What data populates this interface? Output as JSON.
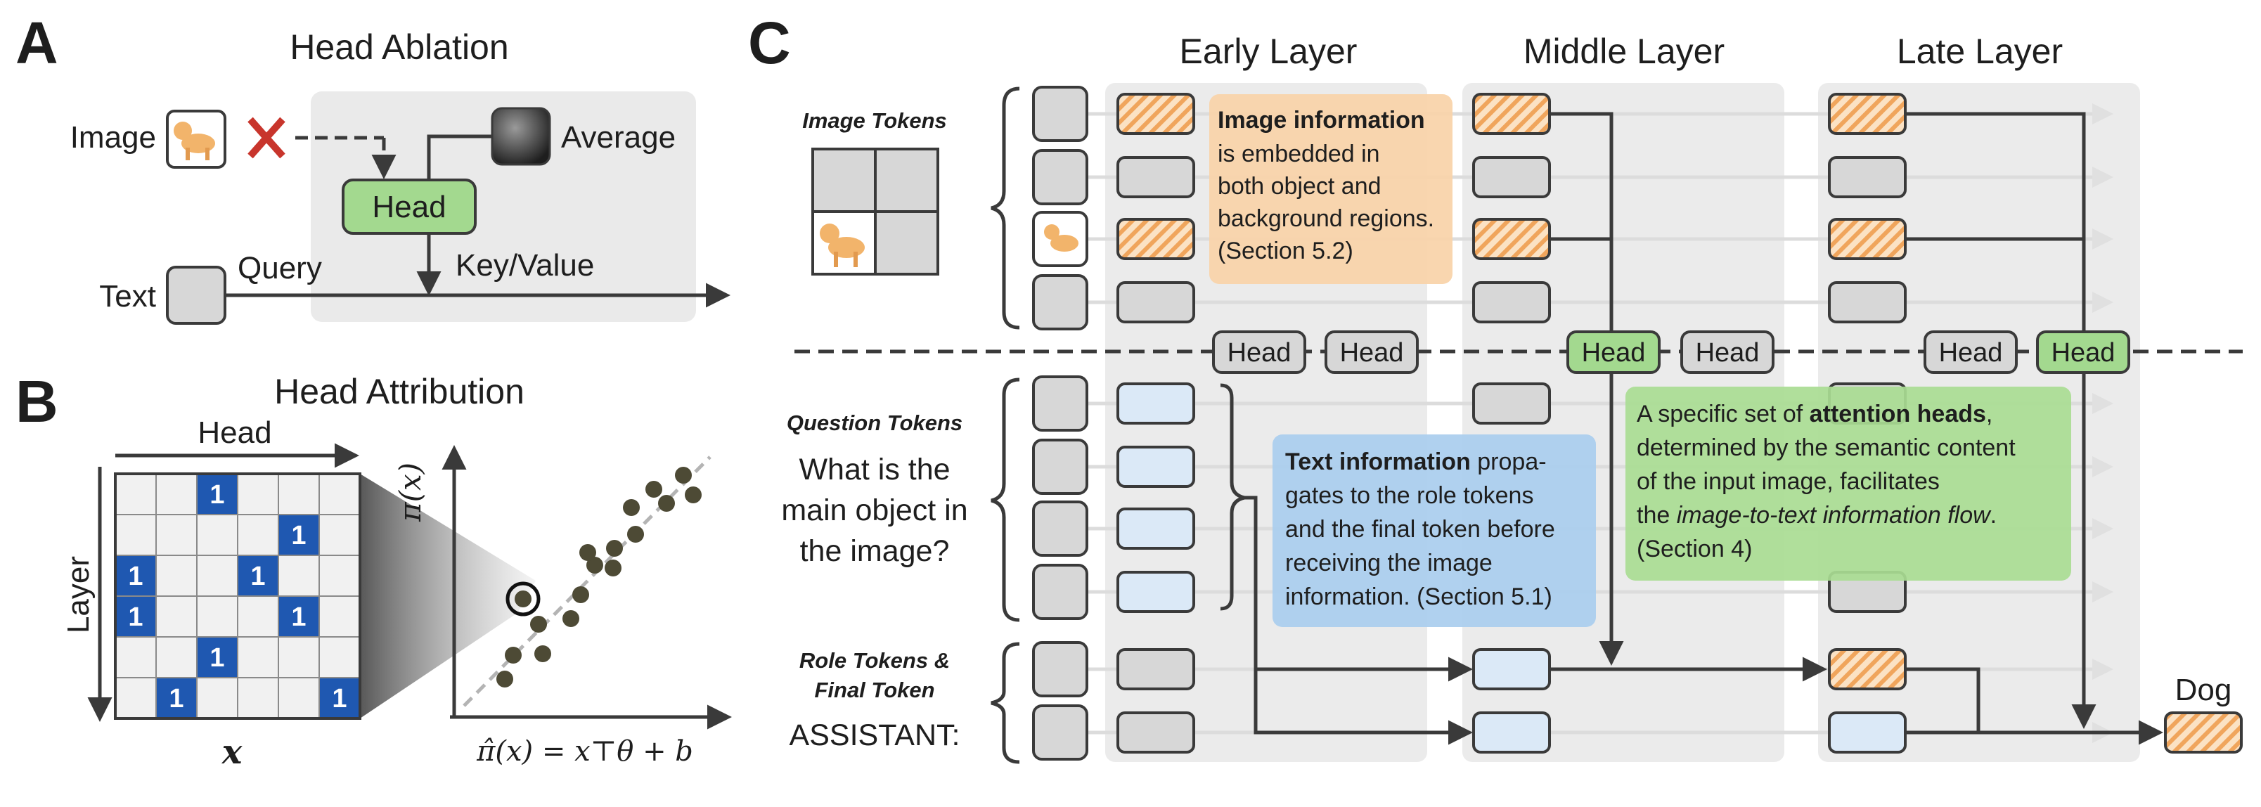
{
  "panels": {
    "a": {
      "letter": "A",
      "title": "Head Ablation",
      "image_label": "Image",
      "text_label": "Text",
      "head_label": "Head",
      "average_label": "Average",
      "query_label": "Query",
      "keyvalue_label": "Key/Value"
    },
    "b": {
      "letter": "B",
      "title": "Head Attribution",
      "head_axis": "Head",
      "layer_axis": "Layer",
      "vector_label": "x",
      "y_axis_label": "π(x)",
      "formula": "π̂(x) = x⊤θ + b",
      "grid_ones": [
        [
          0,
          2
        ],
        [
          1,
          4
        ],
        [
          2,
          0
        ],
        [
          2,
          3
        ],
        [
          3,
          0
        ],
        [
          3,
          4
        ],
        [
          4,
          2
        ],
        [
          5,
          1
        ],
        [
          5,
          5
        ]
      ],
      "one_value": "1"
    },
    "c": {
      "letter": "C",
      "layers": [
        "Early Layer",
        "Middle Layer",
        "Late Layer"
      ],
      "image_tokens_label": "Image Tokens",
      "question_tokens_label": "Question Tokens",
      "question_lines": [
        "What is the",
        "main object in",
        "the image?"
      ],
      "role_tokens_label_1": "Role Tokens &",
      "role_tokens_label_2": "Final Token",
      "assistant_label": "ASSISTANT:",
      "head_label": "Head",
      "output_label": "Dog",
      "image_info": {
        "bold": "Image information",
        "lines": [
          "is embedded in",
          "both object and",
          "background regions.",
          "(Section 5.2)"
        ]
      },
      "text_info": {
        "bold": "Text information",
        "first_rest": " propa-",
        "lines": [
          "gates to the role tokens",
          "and the final token before",
          "receiving the image",
          "information. (Section 5.1)"
        ]
      },
      "heads_info": {
        "line1_pre": "A specific set of ",
        "line1_bold": "attention heads",
        "line1_post": ",",
        "line2": "determined by the semantic content",
        "line3": "of the input image, facilitates",
        "line4_pre": "the ",
        "line4_italic": "image-to-text information flow",
        "line4_post": ".",
        "line5": "(Section 4)"
      }
    }
  },
  "colors": {
    "head_green": "#a3d98f",
    "info_orange": "#f9d3a8",
    "info_blue": "#a9cdee",
    "info_green": "#a9dc93",
    "token_blue": "#dbe9f7",
    "token_gray": "#d7d7d7",
    "grid_blue": "#1f58b1",
    "dot_olive": "#4d4a35"
  }
}
